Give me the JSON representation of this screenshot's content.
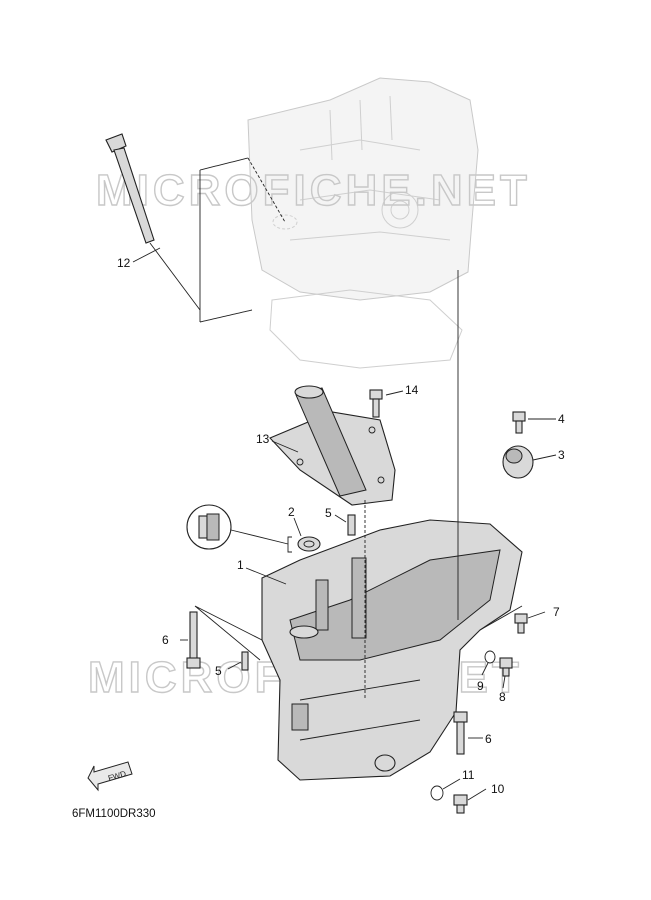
{
  "watermark": "MICROFICHE.NET",
  "diagram_code": "6FM1100DR330",
  "fwd_label": "FWD",
  "callouts": [
    "1",
    "2",
    "3",
    "4",
    "5",
    "5",
    "6",
    "6",
    "7",
    "8",
    "9",
    "10",
    "11",
    "12",
    "13",
    "14"
  ]
}
